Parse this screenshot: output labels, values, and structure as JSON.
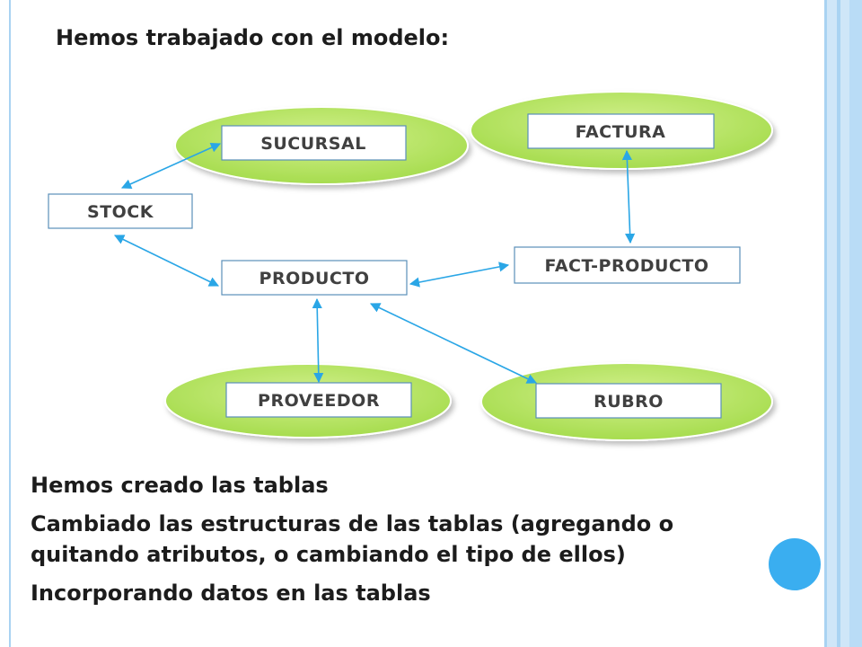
{
  "title": "Hemos trabajado con el modelo:",
  "nodes": {
    "sucursal": "SUCURSAL",
    "factura": "FACTURA",
    "stock": "STOCK",
    "producto": "PRODUCTO",
    "fact_producto": "FACT-PRODUCTO",
    "proveedor": "PROVEEDOR",
    "rubro": "RUBRO"
  },
  "notes": {
    "line1": "Hemos creado las tablas",
    "line2a": "Cambiado las estructuras de las tablas (agregando o",
    "line2b": "quitando atributos, o cambiando el tipo de ellos)",
    "line3": "Incorporando datos en las tablas"
  },
  "colors": {
    "ellipse_fill": "#bde868",
    "arrow": "#2aa6e6",
    "box_border": "#5b8fb9"
  }
}
